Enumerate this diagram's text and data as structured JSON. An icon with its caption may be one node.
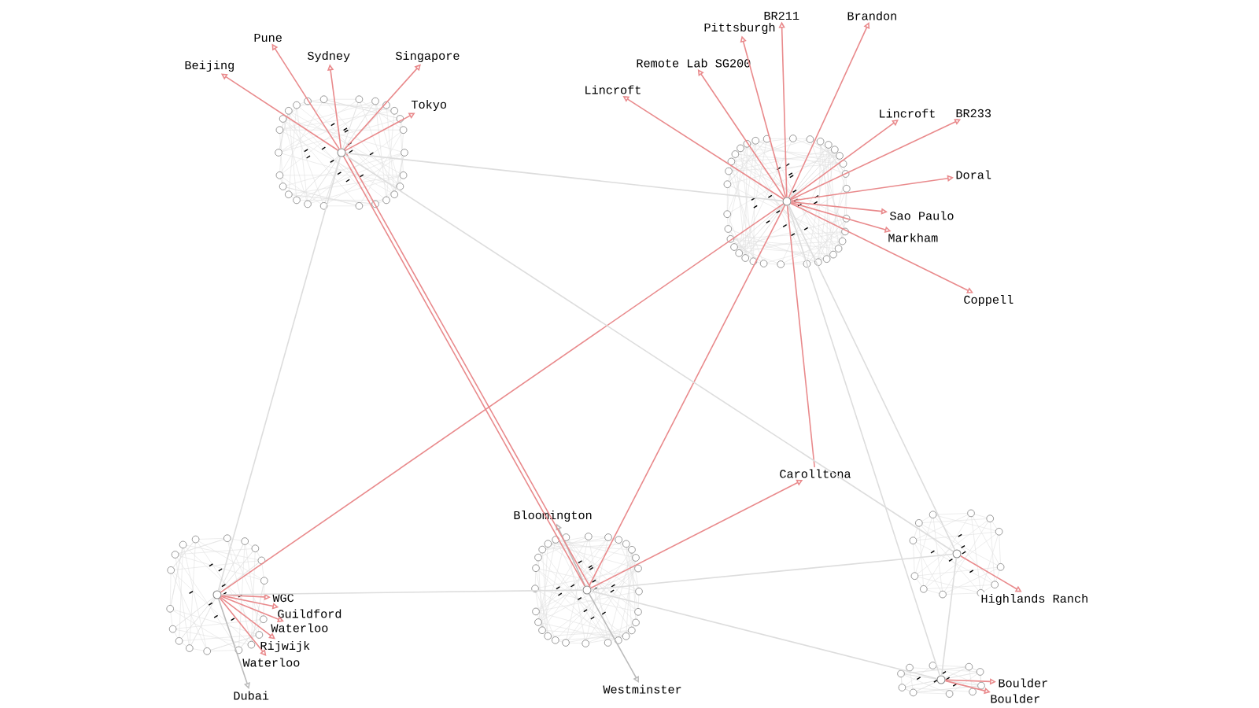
{
  "diagram": {
    "nodes": [
      {
        "text": [],
        "shape": "circle"
      },
      {
        "text": [],
        "shape": "circle"
      },
      {
        "text": [],
        "shape": "circle"
      },
      {
        "text": [],
        "shape": "circle"
      },
      {
        "text": [],
        "shape": "circle"
      },
      {
        "text": [],
        "shape": "circle"
      },
      {
        "text": [
          "Beijing"
        ]
      },
      {
        "text": [
          "Pune"
        ]
      },
      {
        "text": [
          "Sydney"
        ]
      },
      {
        "text": [
          "Singapore"
        ]
      },
      {
        "text": [
          "Tokyo"
        ]
      },
      {
        "text": [
          "Pittsburgh"
        ]
      },
      {
        "text": [
          "BR211"
        ]
      },
      {
        "text": [
          "Brandon"
        ]
      },
      {
        "text": [
          "Remote Lab SG200"
        ]
      },
      {
        "text": [
          "Lincroft"
        ]
      },
      {
        "text": [
          "Lincroft"
        ]
      },
      {
        "text": [
          "BR233"
        ]
      },
      {
        "text": [
          "Doral"
        ]
      },
      {
        "text": [
          "Sao Paulo"
        ]
      },
      {
        "text": [
          "Markham"
        ]
      },
      {
        "text": [
          "Coppell"
        ]
      },
      {
        "text": [
          "Carolltona"
        ]
      },
      {
        "text": [
          "Bloomington"
        ]
      },
      {
        "text": [
          "Westminster"
        ]
      },
      {
        "text": [
          "Highlands Ranch"
        ]
      },
      {
        "text": [
          "Boulder"
        ]
      },
      {
        "text": [
          "Boulder"
        ]
      },
      {
        "text": [
          "WGC"
        ]
      },
      {
        "text": [
          "Guildford"
        ]
      },
      {
        "text": [
          "Waterloo"
        ]
      },
      {
        "text": [
          "Rijwijk"
        ]
      },
      {
        "text": [
          "Waterloo"
        ]
      },
      {
        "text": [
          "Dubai"
        ]
      }
    ],
    "edges": [
      {
        "from": 0,
        "to": 6,
        "arrow": "to"
      },
      {
        "from": 0,
        "to": 7,
        "arrow": "to"
      },
      {
        "from": 0,
        "to": 8,
        "arrow": "to"
      },
      {
        "from": 0,
        "to": 9,
        "arrow": "to"
      },
      {
        "from": 0,
        "to": 10,
        "arrow": "to"
      },
      {
        "from": 1,
        "to": 11,
        "arrow": "to"
      },
      {
        "from": 1,
        "to": 12,
        "arrow": "to"
      },
      {
        "from": 1,
        "to": 13,
        "arrow": "to"
      },
      {
        "from": 1,
        "to": 14,
        "arrow": "to"
      },
      {
        "from": 1,
        "to": 15,
        "arrow": "to"
      },
      {
        "from": 1,
        "to": 16,
        "arrow": "to"
      },
      {
        "from": 1,
        "to": 17,
        "arrow": "to"
      },
      {
        "from": 1,
        "to": 18,
        "arrow": "to"
      },
      {
        "from": 1,
        "to": 19,
        "arrow": "to"
      },
      {
        "from": 1,
        "to": 20,
        "arrow": "to"
      },
      {
        "from": 1,
        "to": 21,
        "arrow": "to"
      },
      {
        "from": 3,
        "to": 22,
        "arrow": "to"
      },
      {
        "from": 22,
        "to": 1,
        "arrow": "none"
      },
      {
        "from": 3,
        "to": 23,
        "arrow": "to",
        "color": "#bbbbbb"
      },
      {
        "from": 3,
        "to": 24,
        "arrow": "to",
        "color": "#bbbbbb"
      },
      {
        "from": 4,
        "to": 25,
        "arrow": "to"
      },
      {
        "from": 5,
        "to": 26,
        "arrow": "to"
      },
      {
        "from": 5,
        "to": 27,
        "arrow": "to"
      },
      {
        "from": 2,
        "to": 28,
        "arrow": "to"
      },
      {
        "from": 2,
        "to": 29,
        "arrow": "to"
      },
      {
        "from": 2,
        "to": 30,
        "arrow": "to"
      },
      {
        "from": 2,
        "to": 31,
        "arrow": "to"
      },
      {
        "from": 2,
        "to": 32,
        "arrow": "to"
      },
      {
        "from": 2,
        "to": 33,
        "arrow": "to",
        "color": "#bbbbbb"
      },
      {
        "from": 0,
        "to": 3,
        "arrow": "none"
      },
      {
        "from": 0,
        "to": 3,
        "arrow": "none"
      },
      {
        "from": 3,
        "to": 1,
        "arrow": "none"
      },
      {
        "from": 2,
        "to": 1,
        "arrow": "none"
      },
      {
        "from": 0,
        "to": 1,
        "arrow": "none",
        "color": "#dddddd"
      },
      {
        "from": 0,
        "to": 2,
        "arrow": "none",
        "color": "#dddddd"
      },
      {
        "from": 2,
        "to": 3,
        "arrow": "none",
        "color": "#dddddd"
      },
      {
        "from": 3,
        "to": 4,
        "arrow": "none",
        "color": "#dddddd"
      },
      {
        "from": 3,
        "to": 5,
        "arrow": "none",
        "color": "#dddddd"
      },
      {
        "from": 1,
        "to": 4,
        "arrow": "none",
        "color": "#dddddd"
      },
      {
        "from": 1,
        "to": 5,
        "arrow": "none",
        "color": "#dddddd"
      },
      {
        "from": 4,
        "to": 5,
        "arrow": "none",
        "color": "#dddddd"
      },
      {
        "from": 0,
        "to": 4,
        "arrow": "none",
        "color": "#dddddd"
      }
    ]
  }
}
